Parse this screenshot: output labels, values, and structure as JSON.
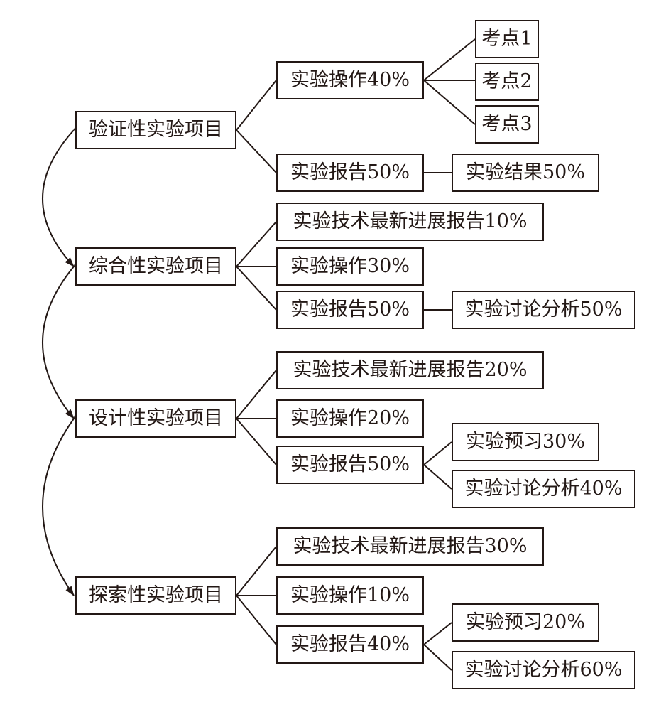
{
  "diagram": {
    "project_1": {
      "title": "验证性实验项目",
      "operation": "实验操作40%",
      "report": "实验报告50%",
      "exam_points": [
        "考点1",
        "考点2",
        "考点3"
      ],
      "report_result": "实验结果50%"
    },
    "project_2": {
      "title": "综合性实验项目",
      "tech_report": "实验技术最新进展报告10%",
      "operation": "实验操作30%",
      "report": "实验报告50%",
      "report_discussion": "实验讨论分析50%"
    },
    "project_3": {
      "title": "设计性实验项目",
      "tech_report": "实验技术最新进展报告20%",
      "operation": "实验操作20%",
      "report": "实验报告50%",
      "report_preview": "实验预习30%",
      "report_discussion": "实验讨论分析40%"
    },
    "project_4": {
      "title": "探索性实验项目",
      "tech_report": "实验技术最新进展报告30%",
      "operation": "实验操作10%",
      "report": "实验报告40%",
      "report_preview": "实验预习20%",
      "report_discussion": "实验讨论分析60%"
    },
    "colors": {
      "line": "#231815",
      "box_border": "#231815",
      "background": "#ffffff"
    }
  }
}
